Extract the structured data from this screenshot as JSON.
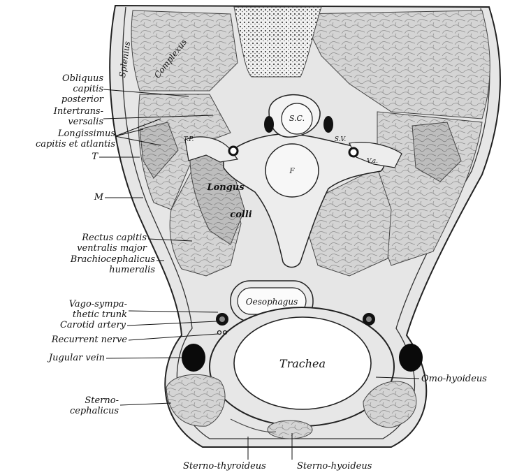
{
  "labels": {
    "splenius": "Splenius",
    "complexus": "Complexus",
    "obliquus": "Obliquus\ncapitis\nposterior",
    "intertrans": "Intertrans-\nversalis",
    "longissimus": "Longissimus\ncapitis et atlantis",
    "t": "T",
    "m": "M",
    "rectus": "Rectus capitis\nventralis major",
    "brachio": "Brachiocephalicus\nhumeralis",
    "vago": "Vago-sympa-\nthetic trunk",
    "carotid": "Carotid artery",
    "recurrent": "Recurrent nerve",
    "jugular": "Jugular vein",
    "sternocephalicus": "Sterno-\ncephalicus",
    "sternothyroideus": "Sterno-thyroideus",
    "sternohyoideus": "Sterno-hyoideus",
    "omohyoideus": "Omo-hyoideus",
    "oesophagus": "Oesophagus",
    "trachea": "Trachea",
    "longus": "Longus",
    "colli": "colli",
    "sc": "S.C.",
    "f": "F",
    "tp": "T.P.",
    "sv": "S.V.",
    "va": "V.a."
  }
}
